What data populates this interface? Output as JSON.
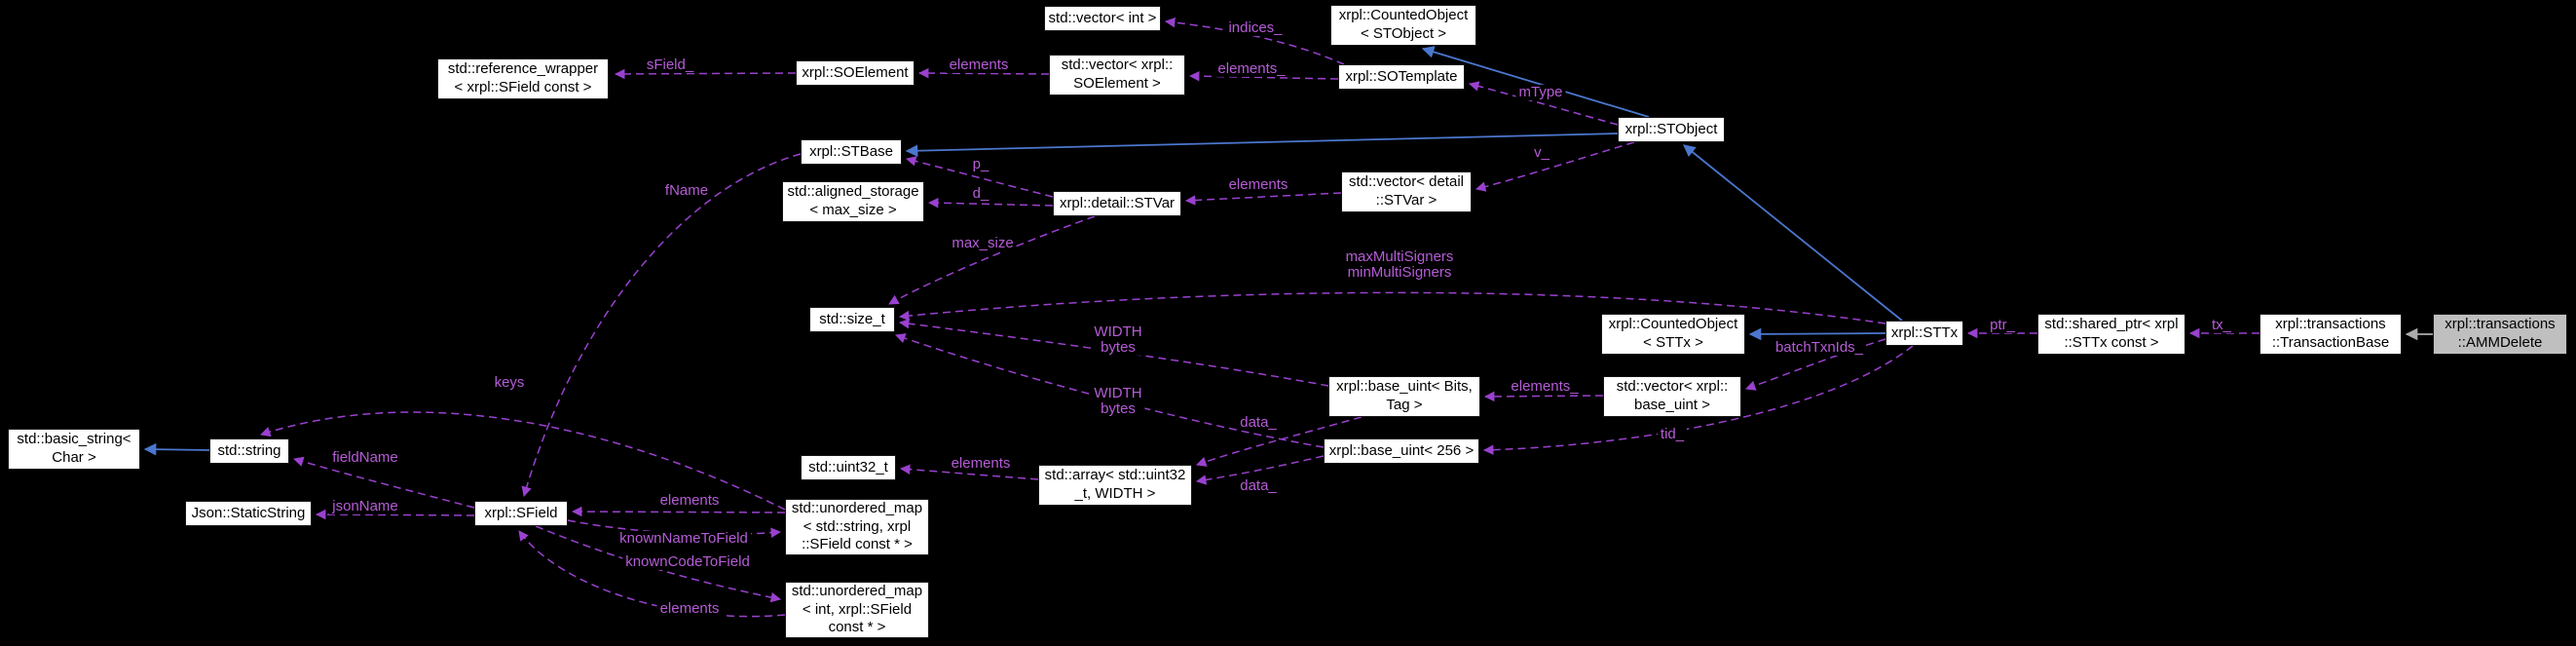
{
  "diagram": {
    "title": "Collaboration graph for xrpl::transactions::AMMDelete",
    "colors": {
      "background": "#000000",
      "node_fill": "#ffffff",
      "node_fill_main": "#bfbfbf",
      "node_text": "#000000",
      "usage_edge": "#9a41cf",
      "usage_label": "#b55cd6",
      "inheritance_edge": "#4b77cf",
      "inheritance_edge_gray": "#ababab"
    }
  },
  "nodes": {
    "vector_int": {
      "label": "std::vector< int >"
    },
    "counted_stobject": {
      "label": "xrpl::CountedObject\n< STObject >"
    },
    "ref_wrapper": {
      "label": "std::reference_wrapper\n< xrpl::SField const >"
    },
    "soelement": {
      "label": "xrpl::SOElement"
    },
    "vector_soelement": {
      "label": "std::vector< xrpl::\nSOElement >"
    },
    "sotemplate": {
      "label": "xrpl::SOTemplate"
    },
    "stobject": {
      "label": "xrpl::STObject"
    },
    "stbase": {
      "label": "xrpl::STBase"
    },
    "aligned_storage": {
      "label": "std::aligned_storage\n< max_size >"
    },
    "stvar": {
      "label": "xrpl::detail::STVar"
    },
    "vector_stvar": {
      "label": "std::vector< detail\n::STVar >"
    },
    "size_t": {
      "label": "std::size_t"
    },
    "counted_sttx": {
      "label": "xrpl::CountedObject\n< STTx >"
    },
    "sttx": {
      "label": "xrpl::STTx"
    },
    "shared_ptr": {
      "label": "std::shared_ptr< xrpl\n::STTx const >"
    },
    "transaction_base": {
      "label": "xrpl::transactions\n::TransactionBase"
    },
    "ammdelete": {
      "label": "xrpl::transactions\n::AMMDelete"
    },
    "base_uint_bits": {
      "label": "xrpl::base_uint< Bits,\nTag >"
    },
    "vector_base_uint": {
      "label": "std::vector< xrpl::\nbase_uint >"
    },
    "basic_string": {
      "label": "std::basic_string<\nChar >"
    },
    "string": {
      "label": "std::string"
    },
    "base_uint_256": {
      "label": "xrpl::base_uint< 256 >"
    },
    "uint32_t": {
      "label": "std::uint32_t"
    },
    "array_uint32": {
      "label": "std::array< std::uint32\n_t, WIDTH >"
    },
    "json_static_string": {
      "label": "Json::StaticString"
    },
    "sfield": {
      "label": "xrpl::SField"
    },
    "umap_string": {
      "label": "std::unordered_map\n< std::string, xrpl\n::SField const * >"
    },
    "umap_int": {
      "label": "std::unordered_map\n< int, xrpl::SField\nconst * >"
    }
  },
  "edge_labels": {
    "sfield": "sField_",
    "elements_soelement": "elements",
    "indices": "indices_",
    "elements_sotemplate": "elements_",
    "mtype": "mType",
    "fname": "fName",
    "p": "p_",
    "d": "d_",
    "elements_stvar": "elements",
    "v": "v_",
    "max_size": "max_size",
    "multisigners": "maxMultiSigners\nminMultiSigners",
    "width_bytes_1": "WIDTH\nbytes",
    "width_bytes_2": "WIDTH\nbytes",
    "batchtxnids": "batchTxnIds_",
    "elements_base_uint": "elements_",
    "tid": "tid_",
    "ptr": "ptr_",
    "tx": "tx_",
    "elements_array": "elements",
    "data_1": "data_",
    "data_2": "data_",
    "keys": "keys",
    "fieldname": "fieldName",
    "jsonname": "jsonName",
    "elements_map_string": "elements",
    "knownnametofield": "knownNameToField",
    "knowncodetofield": "knownCodeToField",
    "elements_map_int": "elements"
  }
}
